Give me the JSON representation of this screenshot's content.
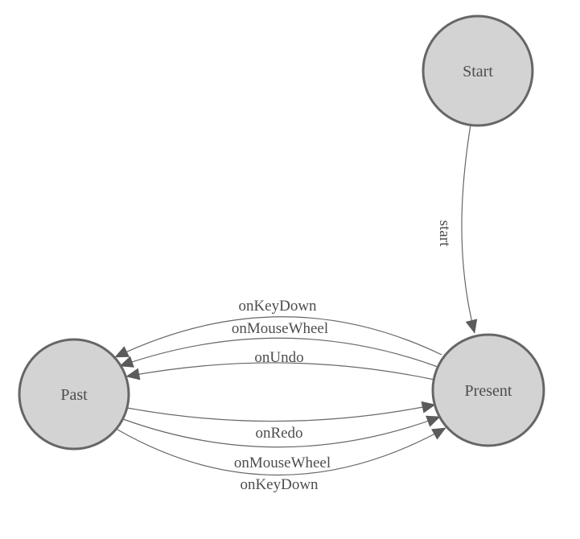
{
  "diagram": {
    "type": "state-machine",
    "background": "#ffffff",
    "colors": {
      "node_fill": "#d3d3d3",
      "node_stroke": "#666666",
      "edge_stroke": "#666666",
      "arrow_fill": "#5b5b5b",
      "label_text": "#4d4d4d"
    },
    "nodes": [
      {
        "id": "start",
        "label": "Start"
      },
      {
        "id": "present",
        "label": "Present"
      },
      {
        "id": "past",
        "label": "Past"
      }
    ],
    "edges": [
      {
        "from": "start",
        "to": "present",
        "label": "start"
      },
      {
        "from": "present",
        "to": "past",
        "label": "onKeyDown"
      },
      {
        "from": "present",
        "to": "past",
        "label": "onMouseWheel"
      },
      {
        "from": "present",
        "to": "past",
        "label": "onUndo"
      },
      {
        "from": "past",
        "to": "present",
        "label": "onRedo"
      },
      {
        "from": "past",
        "to": "present",
        "label": "onMouseWheel"
      },
      {
        "from": "past",
        "to": "present",
        "label": "onKeyDown"
      }
    ]
  }
}
